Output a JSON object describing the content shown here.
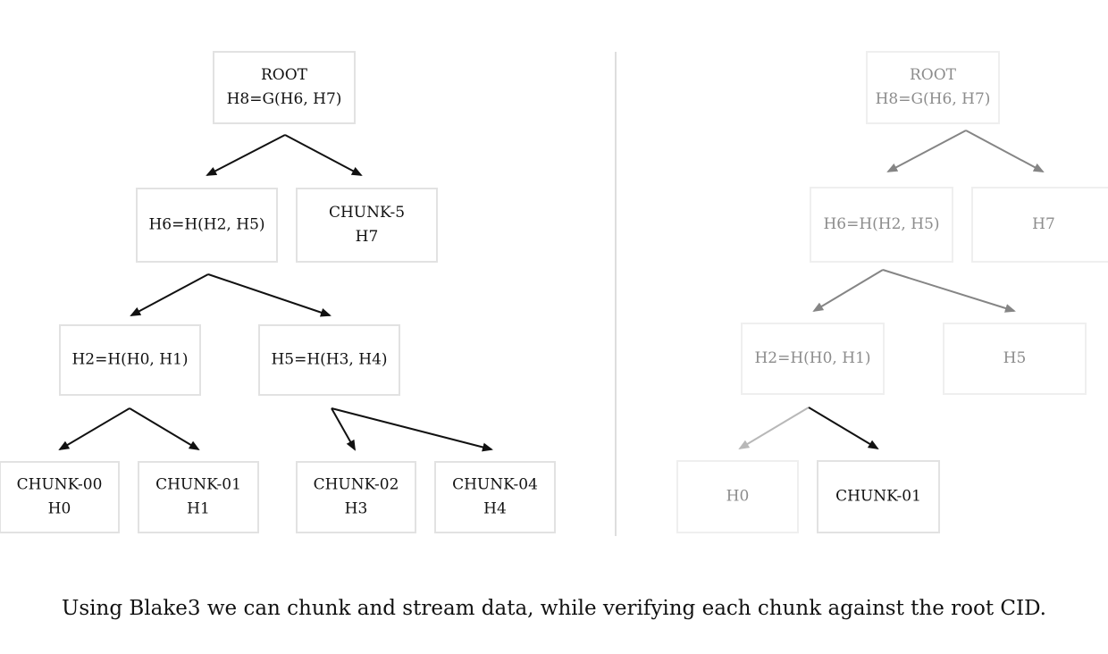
{
  "colors": {
    "dark_border": "#e2e2e2",
    "dark_text": "#111111",
    "dark_edge": "#111111",
    "muted_border": "#efefef",
    "muted_text": "#8c8c8c",
    "muted_edge": "#858585",
    "faint_edge": "#b8b8b8",
    "divider": "#dedede"
  },
  "left_tree": {
    "nodes": [
      {
        "id": "l-root",
        "lines": [
          "ROOT",
          "H8=G(H6, H7)"
        ]
      },
      {
        "id": "l-h6",
        "lines": [
          "H6=H(H2, H5)"
        ]
      },
      {
        "id": "l-chunk5",
        "lines": [
          "CHUNK-5",
          "H7"
        ]
      },
      {
        "id": "l-h2",
        "lines": [
          "H2=H(H0, H1)"
        ]
      },
      {
        "id": "l-h5",
        "lines": [
          "H5=H(H3, H4)"
        ]
      },
      {
        "id": "l-chunk00",
        "lines": [
          "CHUNK-00",
          "H0"
        ]
      },
      {
        "id": "l-chunk01",
        "lines": [
          "CHUNK-01",
          "H1"
        ]
      },
      {
        "id": "l-chunk02",
        "lines": [
          "CHUNK-02",
          "H3"
        ]
      },
      {
        "id": "l-chunk04",
        "lines": [
          "CHUNK-04",
          "H4"
        ]
      }
    ]
  },
  "right_tree": {
    "nodes": [
      {
        "id": "r-root",
        "lines": [
          "ROOT",
          "H8=G(H6, H7)"
        ],
        "style": "muted"
      },
      {
        "id": "r-h6",
        "lines": [
          "H6=H(H2, H5)"
        ],
        "style": "muted"
      },
      {
        "id": "r-h7",
        "lines": [
          "H7"
        ],
        "style": "muted"
      },
      {
        "id": "r-h2",
        "lines": [
          "H2=H(H0, H1)"
        ],
        "style": "muted"
      },
      {
        "id": "r-h5",
        "lines": [
          "H5"
        ],
        "style": "muted"
      },
      {
        "id": "r-h0",
        "lines": [
          "H0"
        ],
        "style": "muted"
      },
      {
        "id": "r-chunk01",
        "lines": [
          "CHUNK-01"
        ],
        "style": "dark"
      }
    ]
  },
  "caption": "Using Blake3 we can chunk and stream data, while verifying each chunk against the root CID."
}
